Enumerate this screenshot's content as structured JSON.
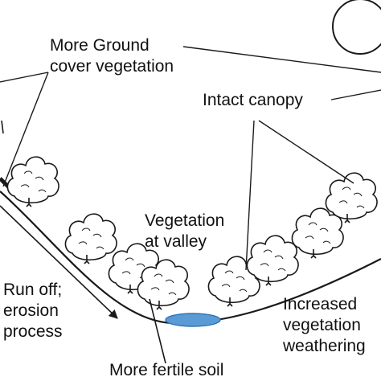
{
  "labels": {
    "ground_cover": {
      "line1": "More Ground",
      "line2": "cover vegetation"
    },
    "intact_canopy": "Intact canopy",
    "vegetation_valley": {
      "line1": "Vegetation",
      "line2": "at valley"
    },
    "run_off": {
      "line1": "Run off;",
      "line2": "erosion",
      "line3": "process"
    },
    "increased_vegetation": {
      "line1": "Increased",
      "line2": "vegetation",
      "line3": "weathering"
    },
    "fertile_soil": "More fertile soil"
  },
  "colors": {
    "line": "#1a1a1a",
    "text": "#111111",
    "water": "#5b9bd5",
    "water_outline": "#2e75b6",
    "tree_fill": "#ffffff"
  },
  "elements": {
    "sun": "circle outline (sun)",
    "slope": "V-shaped valley slope",
    "trees": "bushy tree symbols on slopes",
    "water": "blue pool at valley bottom"
  }
}
